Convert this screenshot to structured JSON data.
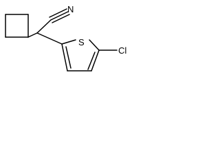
{
  "molecule": {
    "atoms": {
      "nitrile_n": "N",
      "thiophene_s": "S",
      "chlorine": "Cl"
    }
  }
}
